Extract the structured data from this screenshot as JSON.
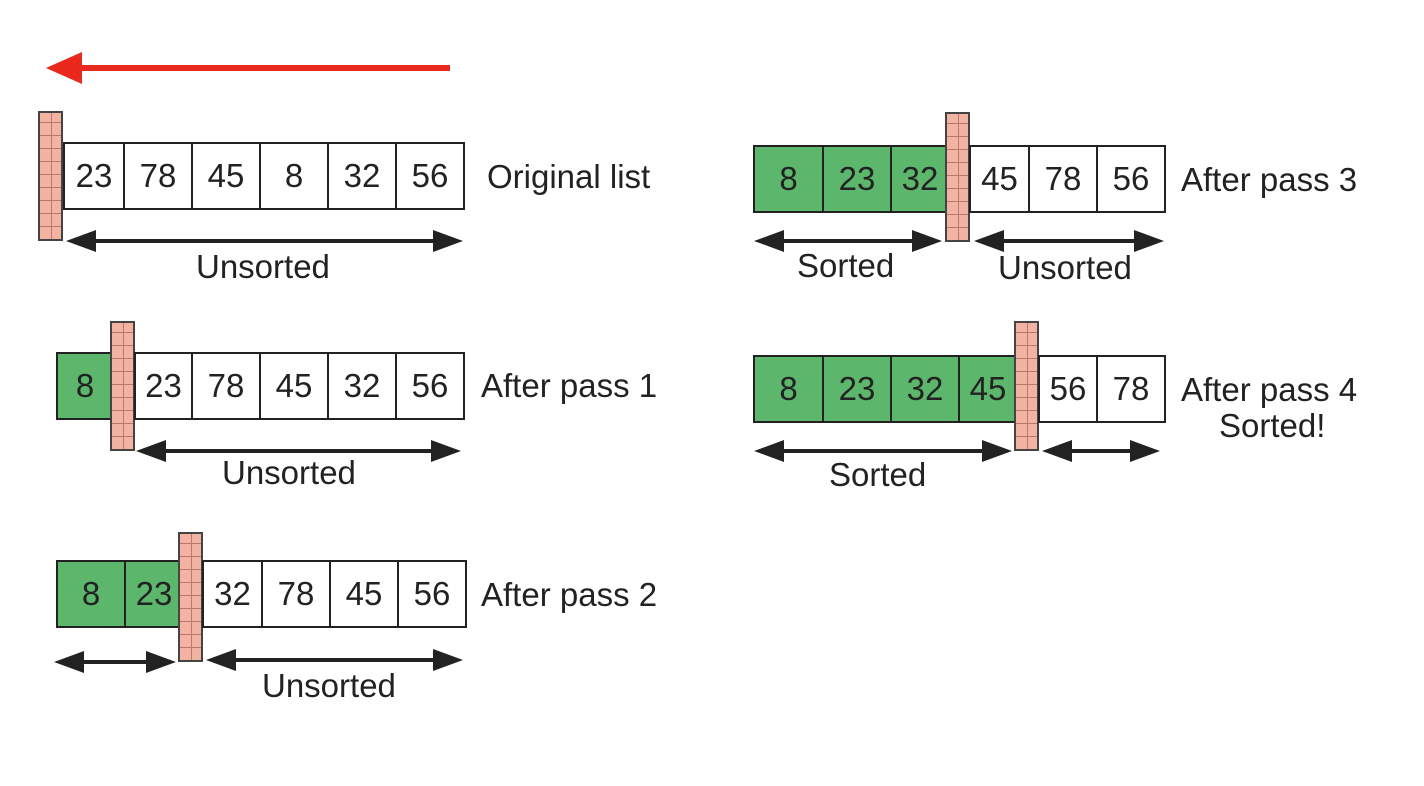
{
  "colors": {
    "sorted": "#5cb66c",
    "unsorted": "#ffffff",
    "wall": "#f2b3a2",
    "direction_arrow": "#e8291b"
  },
  "icons": {
    "direction_arrow": "red-left-arrow-icon",
    "wall": "brick-wall-icon"
  },
  "rows": [
    {
      "label": "Original list",
      "values": [
        "23",
        "78",
        "45",
        "8",
        "32",
        "56"
      ],
      "sorted_count": 0,
      "unsorted_label": "Unsorted"
    },
    {
      "label": "After pass 1",
      "values": [
        "8",
        "23",
        "78",
        "45",
        "32",
        "56"
      ],
      "sorted_count": 1,
      "unsorted_label": "Unsorted"
    },
    {
      "label": "After pass 2",
      "values": [
        "8",
        "23",
        "32",
        "78",
        "45",
        "56"
      ],
      "sorted_count": 2,
      "unsorted_label": "Unsorted"
    },
    {
      "label": "After pass 3",
      "values": [
        "8",
        "23",
        "32",
        "45",
        "78",
        "56"
      ],
      "sorted_count": 3,
      "sorted_label": "Sorted",
      "unsorted_label": "Unsorted"
    },
    {
      "label": "After pass 4",
      "label2": "Sorted!",
      "values": [
        "8",
        "23",
        "32",
        "45",
        "56",
        "78"
      ],
      "sorted_count": 4,
      "sorted_label": "Sorted"
    }
  ]
}
